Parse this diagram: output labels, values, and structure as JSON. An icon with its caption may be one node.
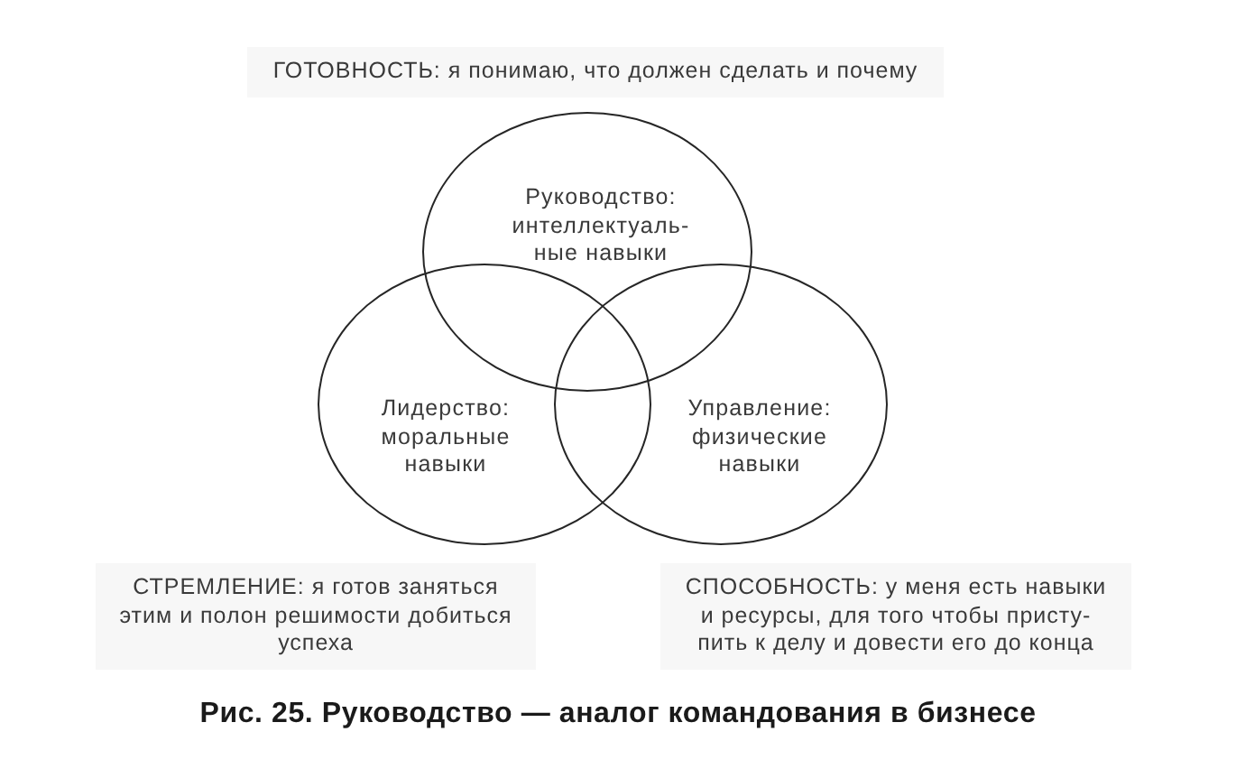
{
  "diagram": {
    "caption": "Рис. 25. Руководство — аналог командования в бизнесе",
    "nodes": [
      {
        "text": [
          "Руководство: интеллектуаль- ные навыки"
        ],
        "beside": [
          "ГОТОВНОСТЬ: я понимаю, что должен сделать и почему"
        ]
      },
      {
        "text": [
          "Лидерство: моральные навыки"
        ],
        "beside": [
          "СТРЕМЛЕНИЕ: я готов заняться этим и полон решимости добиться успеха"
        ]
      },
      {
        "text": [
          "Управление: физические навыки"
        ],
        "beside": [
          "СПОСОБНОСТЬ: у меня есть навыки и ресурсы, для того чтобы присту- пить к делу и довести его до конца"
        ]
      }
    ]
  }
}
